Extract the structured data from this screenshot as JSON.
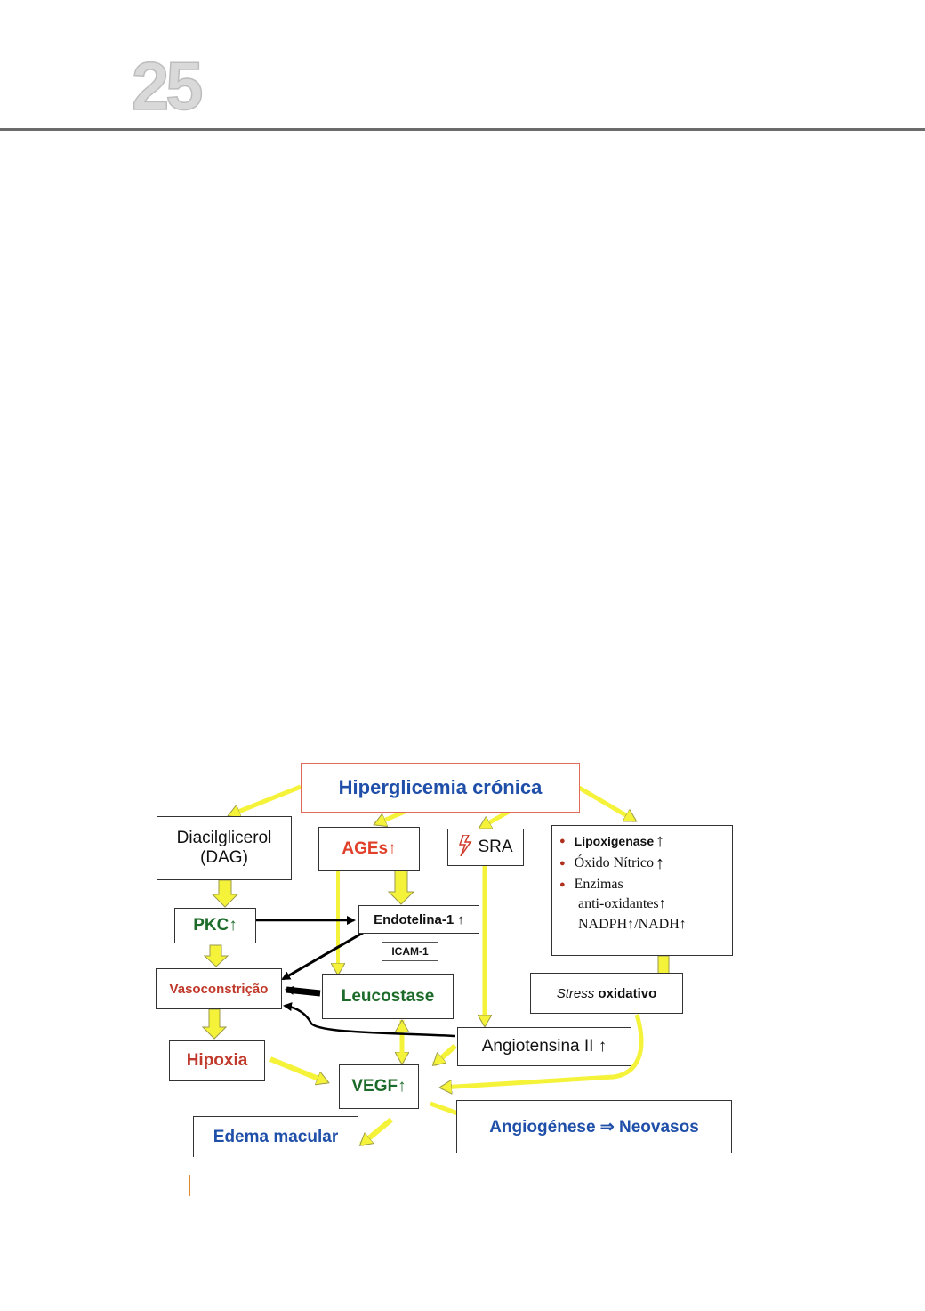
{
  "header": {
    "chapter_number": "25"
  },
  "diagram": {
    "top": "Hiperglicemia crónica",
    "dag_line1": "Diacilglicerol",
    "dag_line2": "(DAG)",
    "ages": "AGEs↑",
    "sra": "SRA",
    "lipox": "Lipoxigenase",
    "oxido": "Óxido Nítrico",
    "enzimas_line1": "Enzimas",
    "enzimas_line2": "anti-oxidantes↑",
    "enzimas_line3": "NADPH↑/NADH↑",
    "pkc": "PKC↑",
    "endotelina": "Endotelina-1 ↑",
    "icam": "ICAM-1",
    "vaso": "Vasoconstrição",
    "leucostase": "Leucostase",
    "stress_italic": "Stress",
    "stress_rest": " oxidativo",
    "angiotensina": "Angiotensina II ↑",
    "hipoxia": "Hipoxia",
    "vegf": "VEGF↑",
    "edema": "Edema macular",
    "angiogenese": "Angiogénese ⇒ Neovasos"
  },
  "colors": {
    "arrow_yellow": "#f5f23a",
    "arrow_outline": "#9a9a4a",
    "green": "#1d6b2a",
    "red": "#c0392b",
    "blue": "#1f4fa8"
  }
}
